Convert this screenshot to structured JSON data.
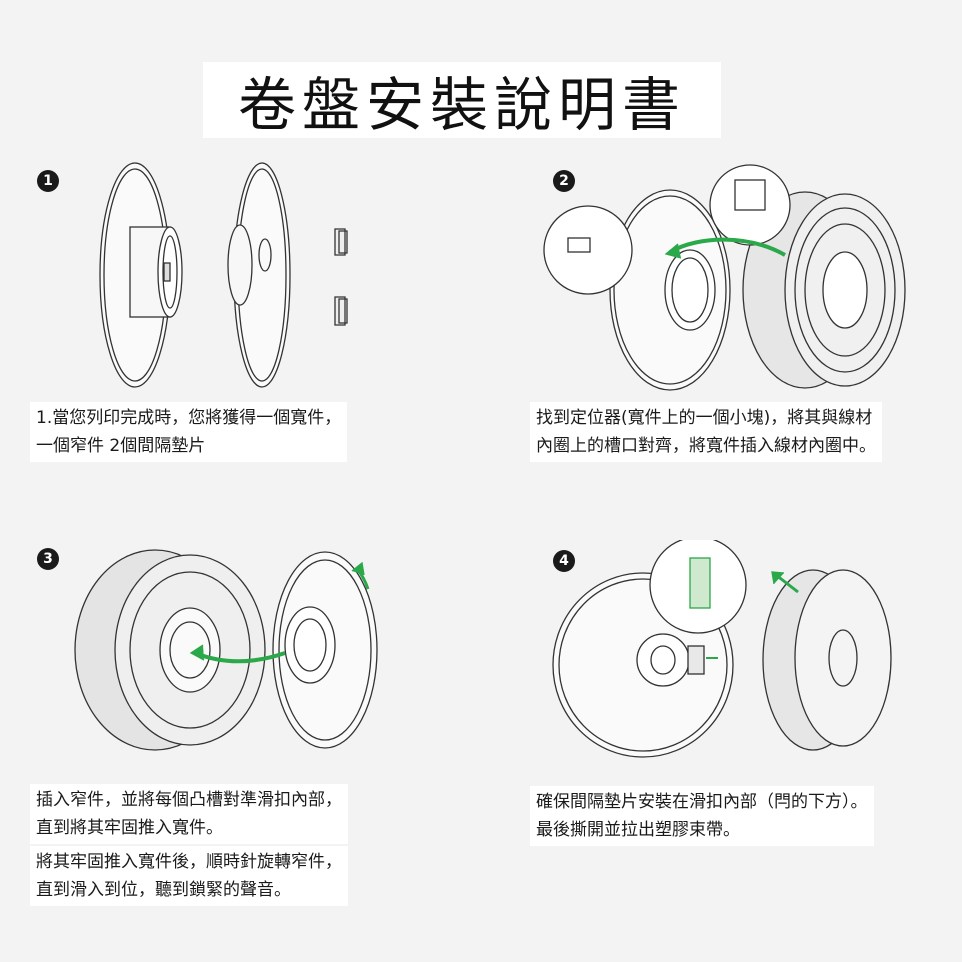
{
  "title": "卷盤安裝說明書",
  "steps": [
    {
      "number": "1",
      "lines": [
        "1.當您列印完成時，您將獲得一個寬件，",
        "一個窄件 2個間隔墊片"
      ]
    },
    {
      "number": "2",
      "lines": [
        "找到定位器(寬件上的一個小塊)，將其與線材",
        "內圈上的槽口對齊，將寬件插入線材內圈中。"
      ]
    },
    {
      "number": "3",
      "lines": [
        "插入窄件，並將每個凸槽對準滑扣內部，",
        "直到將其牢固推入寬件。"
      ],
      "lines2": [
        "將其牢固推入寬件後，順時針旋轉窄件，",
        "直到滑入到位，聽到鎖緊的聲音。"
      ]
    },
    {
      "number": "4",
      "lines": [
        "確保間隔墊片安裝在滑扣內部（閂的下方）。",
        "最後撕開並拉出塑膠束帶。"
      ]
    }
  ],
  "colors": {
    "arrow": "#2aa84a",
    "line": "#333333",
    "background": "#f3f3f3"
  }
}
